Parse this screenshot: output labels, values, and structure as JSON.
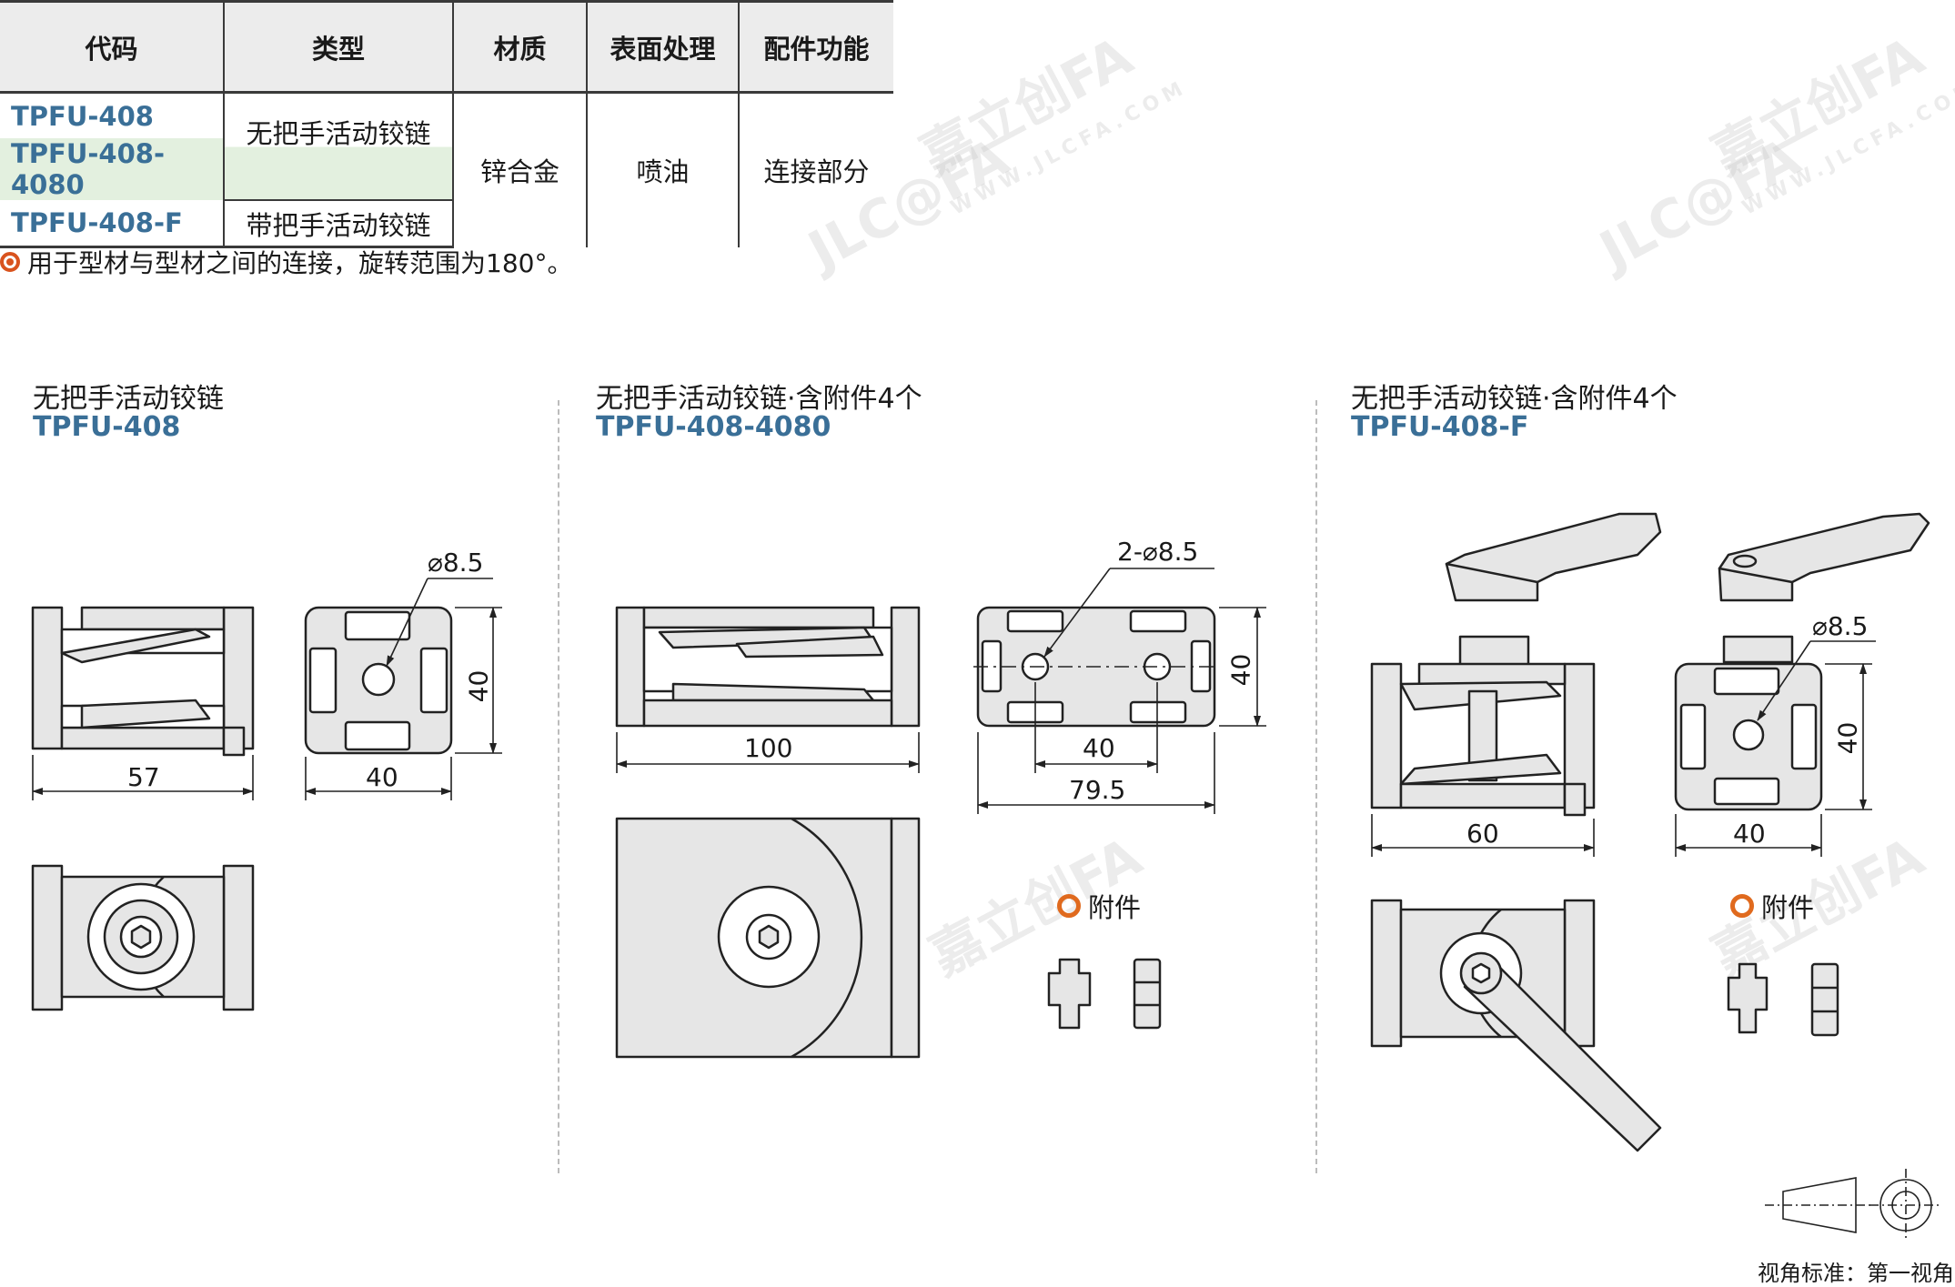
{
  "table": {
    "headers": [
      "代码",
      "类型",
      "材质",
      "表面处理",
      "配件功能"
    ],
    "codes": [
      "TPFU-408",
      "TPFU-408-4080",
      "TPFU-408-F"
    ],
    "type_no_handle": "无把手活动铰链",
    "type_with_handle": "带把手活动铰链",
    "material": "锌合金",
    "surface": "喷油",
    "function": "连接部分"
  },
  "note": "用于型材与型材之间的连接，旋转范围为180°。",
  "panels": [
    {
      "title": "无把手活动铰链",
      "code": "TPFU-408",
      "dims": {
        "hole": "⌀8.5",
        "height": "40",
        "width": "40",
        "length": "57"
      }
    },
    {
      "title": "无把手活动铰链·含附件4个",
      "code": "TPFU-408-4080",
      "dims": {
        "hole": "2-⌀8.5",
        "height": "40",
        "pitch": "40",
        "width": "79.5",
        "length": "100"
      },
      "accessory_label": "附件"
    },
    {
      "title": "无把手活动铰链·含附件4个",
      "code": "TPFU-408-F",
      "dims": {
        "hole": "⌀8.5",
        "height": "40",
        "width": "40",
        "length": "60"
      },
      "accessory_label": "附件"
    }
  ],
  "watermark": {
    "brand": "嘉立创FA",
    "logo": "JLC@FA",
    "url": "WWW.JLCFA.COM"
  },
  "view_standard": "视角标准：第一视角",
  "colors": {
    "code_blue": "#3a6f97",
    "accent_orange": "#d9531e",
    "green_cell": "#e3f0df",
    "part_fill": "#e6e6e6"
  }
}
